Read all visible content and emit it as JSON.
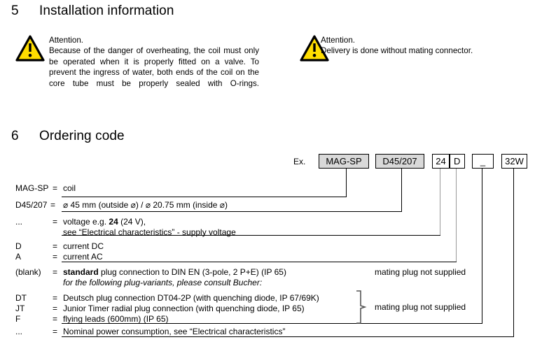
{
  "sections": [
    {
      "number": "5",
      "title": "Installation information"
    },
    {
      "number": "6",
      "title": "Ordering code"
    }
  ],
  "attention_blocks": [
    {
      "icon": "warning-triangle-icon",
      "title": "Attention.",
      "body": "Because of the danger of overheating, the coil must only be operated when it is properly fitted on a valve. To prevent the ingress of water, both ends of the coil on the core tube must be properly sealed with O-rings."
    },
    {
      "icon": "warning-triangle-icon",
      "title": "Attention.",
      "body": "Delivery is done without mating connector."
    }
  ],
  "ordering_code": {
    "example_label": "Ex.",
    "boxes": [
      {
        "text": "MAG-SP",
        "shaded": true
      },
      {
        "text": "D45/207",
        "shaded": true
      },
      {
        "text": "24",
        "shaded": false
      },
      {
        "text": "D",
        "shaded": false
      },
      {
        "text": "_",
        "shaded": false
      },
      {
        "text": "32W",
        "shaded": false
      }
    ]
  },
  "legend": {
    "rows": [
      {
        "key": "MAG-SP",
        "eq": "=",
        "value": "coil"
      },
      {
        "key": "D45/207",
        "eq": "=",
        "value": "⌀ 45 mm (outside ⌀) / ⌀ 20.75 mm (inside ⌀)"
      },
      {
        "key": "...",
        "eq": "=",
        "value": "voltage e.g. 24 (24 V),",
        "value_bold": "24",
        "line2": "see “Electrical characteristics” - supply voltage"
      },
      {
        "key": "D",
        "eq": "=",
        "value": "current  DC"
      },
      {
        "key": "A",
        "eq": "=",
        "value": "current  AC"
      },
      {
        "key": "(blank)",
        "eq": "=",
        "value": "standard plug connection to DIN EN (3-pole, 2 P+E) (IP 65)",
        "value_bold": "standard",
        "line2": "for the following plug-variants, please consult Bucher:"
      },
      {
        "key": "DT",
        "eq": "=",
        "value": "Deutsch plug connection DT04-2P (with quenching diode, IP 67/69K)"
      },
      {
        "key": "JT",
        "eq": "=",
        "value": "Junior Timer radial plug connection (with quenching diode, IP 65)"
      },
      {
        "key": "F",
        "eq": "=",
        "value": "flying leads (600mm) (IP 65)"
      },
      {
        "key": "...",
        "eq": "=",
        "value": "Nominal power consumption, see “Electrical characteristics”"
      }
    ],
    "notes": [
      {
        "text": "mating plug not supplied"
      },
      {
        "text": "mating plug not supplied"
      }
    ]
  },
  "colors": {
    "warning_yellow": "#FFDD00",
    "box_shade": "#d9d9d9",
    "line": "#000000",
    "line_gray": "#9a9a9a"
  }
}
